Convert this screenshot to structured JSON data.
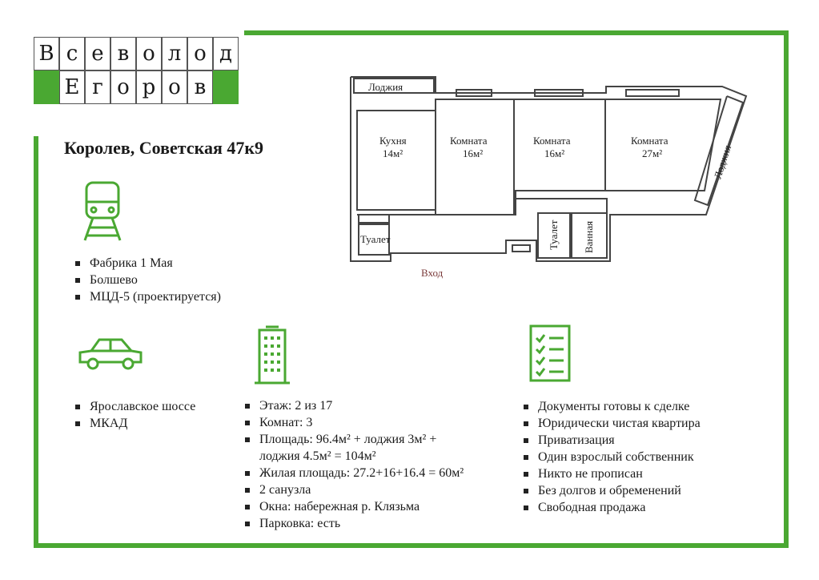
{
  "logo": {
    "row1": [
      "В",
      "с",
      "е",
      "в",
      "о",
      "л",
      "о",
      "д"
    ],
    "row2": [
      "",
      "Е",
      "г",
      "о",
      "р",
      "о",
      "в",
      ""
    ]
  },
  "address": "Королев, Советская 47к9",
  "plan": {
    "loggia_top": "Лоджия",
    "loggia_right": "Лоджия",
    "kitchen": "Кухня",
    "kitchen_area": "14м²",
    "room1": "Комната",
    "room1_area": "16м²",
    "room2": "Комната",
    "room2_area": "16м²",
    "room3": "Комната",
    "room3_area": "27м²",
    "toilet1": "Туалет",
    "toilet2": "Туалет",
    "bathroom": "Ванная",
    "entrance": "Вход"
  },
  "transport": [
    "Фабрика 1 Мая",
    "Болшево",
    "МЦД-5 (проектируется)"
  ],
  "roads": [
    "Ярославское шоссе",
    "МКАД"
  ],
  "details": [
    "Этаж: 2 из 17",
    "Комнат: 3",
    "Площадь: 96.4м² + лоджия 3м²   +",
    "лоджия 4.5м² = 104м²",
    "Жилая площадь: 27.2+16+16.4 = 60м²",
    "2 санузла",
    "Окна: набережная р. Клязьма",
    "Парковка: есть"
  ],
  "legal": [
    "Документы готовы к сделке",
    "Юридически чистая квартира",
    "Приватизация",
    "Один взрослый собственник",
    "Никто не прописан",
    "Без долгов и обременений",
    "Свободная продажа"
  ],
  "colors": {
    "accent": "#4aa832"
  },
  "icons": [
    "train-icon",
    "car-icon",
    "building-icon",
    "checklist-icon"
  ]
}
